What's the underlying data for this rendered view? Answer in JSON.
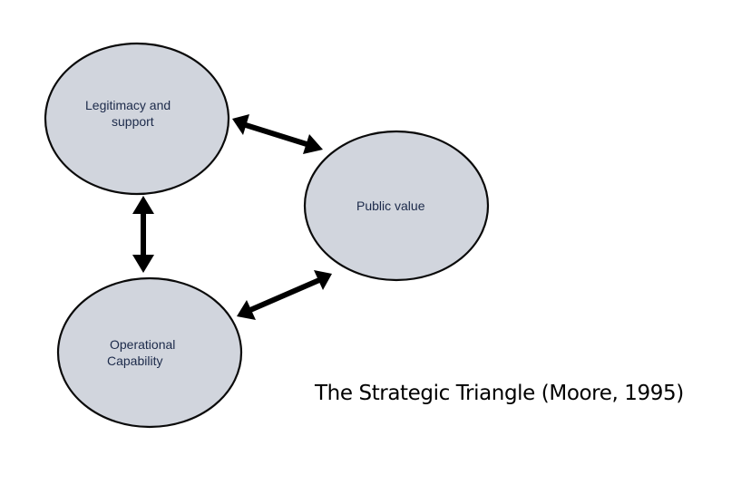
{
  "diagram": {
    "nodes": {
      "legitimacy": {
        "line1": "Legitimacy and",
        "line2": "support"
      },
      "public_value": {
        "label": "Public value"
      },
      "operational": {
        "line1": "Operational",
        "line2": "Capability"
      }
    },
    "edges": [
      {
        "from": "legitimacy",
        "to": "public_value",
        "type": "bidirectional"
      },
      {
        "from": "legitimacy",
        "to": "operational",
        "type": "bidirectional"
      },
      {
        "from": "operational",
        "to": "public_value",
        "type": "bidirectional"
      }
    ],
    "node_fill": "#d1d5dd",
    "node_stroke": "#0a0a0a",
    "label_color": "#1c2a4a",
    "arrow_color": "#000000"
  },
  "caption": "The Strategic Triangle (Moore, 1995)"
}
